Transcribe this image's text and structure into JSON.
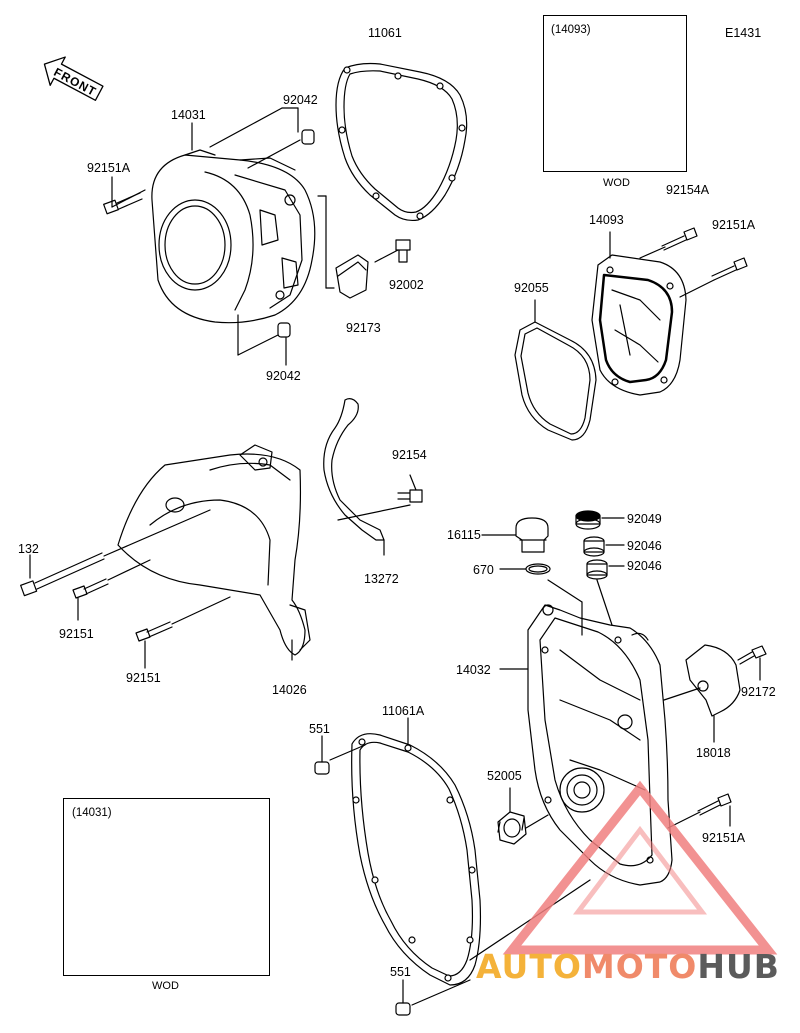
{
  "figure_code": "E1431",
  "front_label": "FRONT",
  "wod_label": "WOD",
  "insets": {
    "top_right_ref": "(14093)",
    "bottom_left_ref": "(14031)"
  },
  "parts": {
    "p11061": "11061",
    "p92042_top": "92042",
    "p14031": "14031",
    "p92151A_top": "92151A",
    "p92002": "92002",
    "p92173": "92173",
    "p92042_bottom": "92042",
    "p92154A": "92154A",
    "p14093": "14093",
    "p92151A_right": "92151A",
    "p92055": "92055",
    "p92154": "92154",
    "p132": "132",
    "p13272": "13272",
    "p92151_a": "92151",
    "p92151_b": "92151",
    "p14026": "14026",
    "p16115": "16115",
    "p92049": "92049",
    "p92046_a": "92046",
    "p670": "670",
    "p92046_b": "92046",
    "p14032": "14032",
    "p92172": "92172",
    "p551_top": "551",
    "p11061A": "11061A",
    "p18018": "18018",
    "p52005": "52005",
    "p92151A_bottom": "92151A",
    "p551_bottom": "551"
  },
  "watermark": {
    "auto": "AUTO",
    "moto": "MOTO",
    "hub": "HUB"
  }
}
